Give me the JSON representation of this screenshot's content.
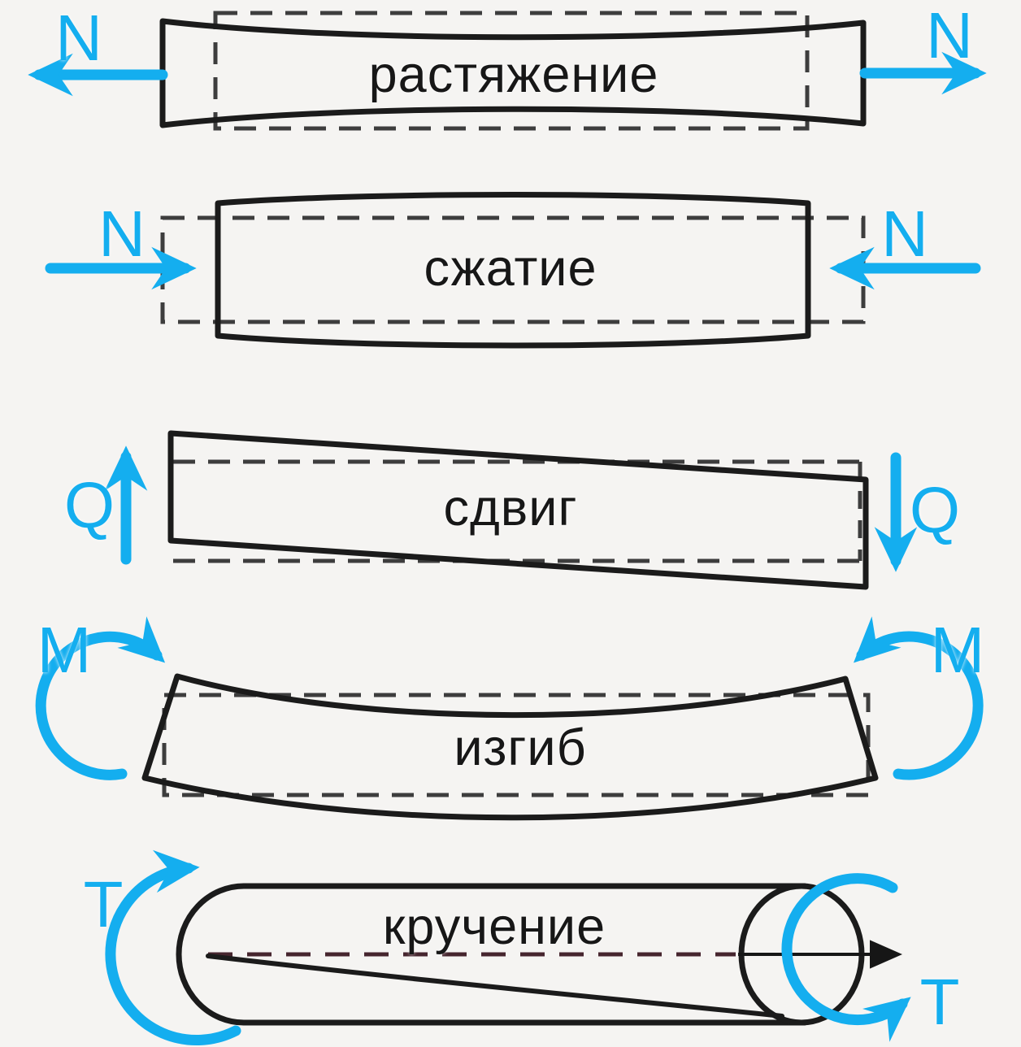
{
  "diagram_title": "",
  "colors": {
    "background": "#f5f4f2",
    "deformed_outline": "#1b1b1b",
    "original_outline_dashed": "#3d3d3d",
    "force_arrow": "#14aeef",
    "torsion_centerline": "#46252e"
  },
  "rows": [
    {
      "name": "tension",
      "label": "растяжение",
      "symbol": "N"
    },
    {
      "name": "compression",
      "label": "сжатие",
      "symbol": "N"
    },
    {
      "name": "shear",
      "label": "сдвиг",
      "symbol": "Q"
    },
    {
      "name": "bending",
      "label": "изгиб",
      "symbol": "M"
    },
    {
      "name": "torsion",
      "label": "кручение",
      "symbol": "T"
    }
  ]
}
